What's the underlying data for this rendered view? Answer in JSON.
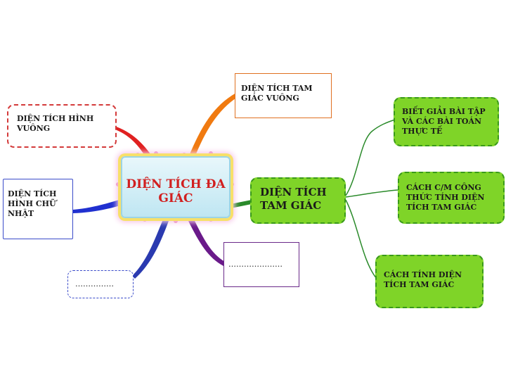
{
  "center": {
    "title": "DIỆN TÍCH ĐA GIÁC"
  },
  "branches": {
    "hinh_vuong": "DIỆN TÍCH HÌNH VUÔNG",
    "hinh_chu_nhat": "DIỆN TÍCH HÌNH CHỮ NHẬT",
    "tam_giac_vuong": "DIỆN TÍCH TAM GIÁC VUÔNG",
    "placeholder_left": "……………",
    "placeholder_bottom": "…………………",
    "tam_giac": "DIỆN TÍCH TAM GIÁC"
  },
  "sub_branches": {
    "bai_tap": "BIẾT GIẢI BÀI TẬP VÀ CÁC BÀI TOÁN THỰC TẾ",
    "chung_minh": "CÁCH C/M CÔNG THỨC TÍNH DIỆN TÍCH TAM GIÁC",
    "cach_tinh": "CÁCH TÍNH DIỆN TÍCH TAM GIÁC"
  },
  "colors": {
    "center_text": "#d11f1f",
    "link_red": "#e02020",
    "link_blue": "#2030d0",
    "link_orange": "#f07a10",
    "link_purple": "#6a1a8a",
    "link_green": "#2a8a2a",
    "node_green": "#7fd428"
  }
}
